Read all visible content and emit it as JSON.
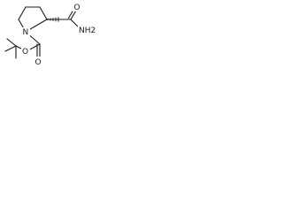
{
  "diagram": {
    "atoms": {
      "ring_n": "N",
      "amide_o": "O",
      "amide_nh2": "NH2",
      "ester_o": "O",
      "carbamate_o": "O"
    }
  }
}
